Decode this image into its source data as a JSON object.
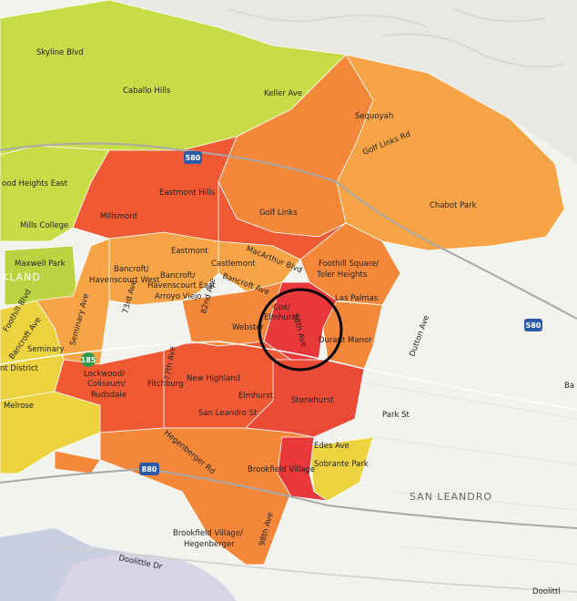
{
  "colors": {
    "background": "#f2f2ee",
    "hills": "#e8e8e4",
    "water": "#c9cfe0",
    "tier_lime": "#c7dc46",
    "tier_yellow": "#ecd33f",
    "tier_light_orange": "#f7a446",
    "tier_orange": "#f4873a",
    "tier_red_orange": "#ef5a34",
    "tier_red": "#e8383a",
    "highlight_circle": "#000000"
  },
  "labels": {
    "skyline_blvd": "Skyline Blvd",
    "caballo_hills": "Caballo Hills",
    "keller_ave": "Keller Ave",
    "sequoyah": "Sequoyah",
    "golf_links_rd": "Golf Links Rd",
    "chabot_park": "Chabot Park",
    "woods_heights_east": "ood Heights East",
    "mills_college": "Mills College",
    "millsmont": "Millsmont",
    "eastmont_hills": "Eastmont Hills",
    "golf_links": "Golf Links",
    "maxwell_park": "Maxwell Park",
    "oakland_part": "KLAND",
    "eastmont": "Eastmont",
    "macarthur_blvd": "MacArthur Blvd",
    "foothill_square": "Foothill Square/",
    "toler_heights": "Toler Heights",
    "castlemont": "Castlemont",
    "bancroft_ave": "Bancroft Ave",
    "las_palmas": "Las Palmas",
    "bancroft_west_1": "Bancroft/",
    "bancroft_west_2": "Havenscourt West",
    "bancroft_east_1": "Bancroft/",
    "bancroft_east_2": "Havenscourt East",
    "arroyo_viejo": "Arroyo Viejo",
    "foothill_blvd": "Foothill Blvd",
    "bancroft_ave_west": "Bancroft Ave",
    "seminary_ave": "Seminary Ave",
    "seventy_third_ave": "73rd Ave",
    "eighty_second_ave": "82nd Ave",
    "cox_elmhurst_1": "Cox/",
    "cox_elmhurst_2": "Elmhurst",
    "ninety_eighth_ave": "98th Ave",
    "webster": "Webster",
    "durant_manor": "Durant Manor",
    "dutton_ave": "Dutton Ave",
    "seminary": "Seminary",
    "district": "nt District",
    "lockwood_1": "Lockwood/",
    "lockwood_2": "Coliseum/",
    "lockwood_3": "Rudsdale",
    "seventy_seventh_ave": "77th Ave",
    "fitchburg": "Fitchburg",
    "new_highland": "New Highland",
    "elmhurst": "Elmhurst",
    "stonehurst": "Stonehurst",
    "melrose": "Melrose",
    "san_leandro_st": "San Leandro St",
    "park_st": "Park St",
    "hegenberger_rd": "Hegenberger Rd",
    "edes_ave": "Edes Ave",
    "brookfield_village": "Brookfield Village",
    "sobrante_park": "Sobrante Park",
    "san_leandro": "SAN LEANDRO",
    "brookfield_heg_1": "Brookfield Village/",
    "brookfield_heg_2": "Hegenberger",
    "ninety_eighth_ave_south": "98th Ave",
    "doolittle_dr": "Doolittle Dr",
    "doolittle_dr_east": "Doolittl",
    "bay_partial": "Ba"
  },
  "shields": {
    "i580_north": "580",
    "i580_east": "580",
    "sr185": "185",
    "i880": "880"
  }
}
